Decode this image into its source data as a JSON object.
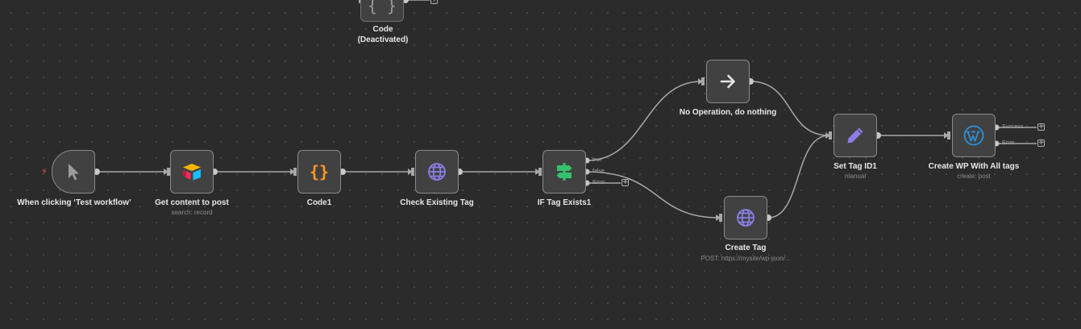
{
  "canvas": {
    "colors": {
      "background": "#2b2b2b",
      "node": "#414141",
      "node_border": "#8a8a8a",
      "edge": "#a8a8a8",
      "trigger_bolt": "#ff4b4b"
    }
  },
  "nodes": {
    "code_deactivated": {
      "title": "Code",
      "title2": "(Deactivated)",
      "icon": "code-braces-icon"
    },
    "trigger": {
      "title": "When clicking ‘Test workflow’",
      "icon": "cursor-icon"
    },
    "get_content": {
      "title": "Get content to post",
      "subtitle": "search: record",
      "icon": "airtable-icon"
    },
    "code1": {
      "title": "Code1",
      "icon": "code-braces-icon"
    },
    "check_tag": {
      "title": "Check Existing Tag",
      "icon": "globe-icon"
    },
    "if_tag": {
      "title": "IF Tag Exists1",
      "icon": "signpost-icon",
      "outputs": {
        "true": "true",
        "false": "false",
        "error": "Error"
      }
    },
    "noop": {
      "title": "No Operation, do nothing",
      "icon": "arrow-right-icon"
    },
    "create_tag": {
      "title": "Create Tag",
      "subtitle": "POST: https://mysite/wp-json/...",
      "icon": "globe-icon"
    },
    "set_tag": {
      "title": "Set Tag ID1",
      "subtitle": "manual",
      "icon": "pencil-icon"
    },
    "create_wp": {
      "title": "Create WP With All tags",
      "subtitle": "create: post",
      "icon": "wordpress-icon",
      "outputs": {
        "success": "Success",
        "error": "Error"
      }
    }
  }
}
